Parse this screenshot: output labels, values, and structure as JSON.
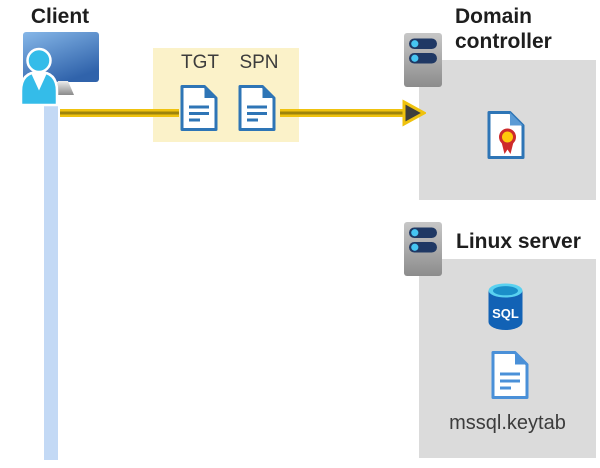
{
  "diagram": {
    "client": {
      "label": "Client"
    },
    "ticket_box": {
      "tgt_label": "TGT",
      "spn_label": "SPN"
    },
    "domain_controller": {
      "label_line1": "Domain",
      "label_line2": "controller"
    },
    "linux_server": {
      "label": "Linux server",
      "sql_badge_text": "SQL",
      "keytab_filename": "mssql.keytab"
    },
    "icons": {
      "client": [
        "monitor-icon",
        "user-icon",
        "lifeline-bar"
      ],
      "ticket_box": [
        "tgt-document-icon",
        "spn-document-icon"
      ],
      "arrow": [
        "arrow-line",
        "arrowhead-icon"
      ],
      "domain_controller": [
        "server-icon",
        "certificate-icon"
      ],
      "linux_server": [
        "server-icon",
        "sql-database-icon",
        "keytab-document-icon"
      ]
    },
    "colors": {
      "arrow_yellow": "#EFC20E",
      "arrow_core_dark": "#9D840C",
      "arrowhead_fill": "#3E3E3E",
      "ticket_box_bg": "#FBF2C9",
      "server_box_bg": "#DBDBDB",
      "document_blue": "#2E75B6",
      "keytab_document_blue": "#4A90D8",
      "sql_body_blue": "#1262B5",
      "sql_top_cyan": "#59D1F0",
      "lifeline_blue": "#C3D9F5",
      "ribbon_red": "#CE2B2B",
      "ribbon_gold": "#FFC90B",
      "server_pill_navy": "#1F3864",
      "server_led_cyan": "#46C5F2",
      "person_cyan": "#34BCE9",
      "heading_text": "#1E1E1E",
      "secondary_text": "#3C3C3C"
    }
  }
}
